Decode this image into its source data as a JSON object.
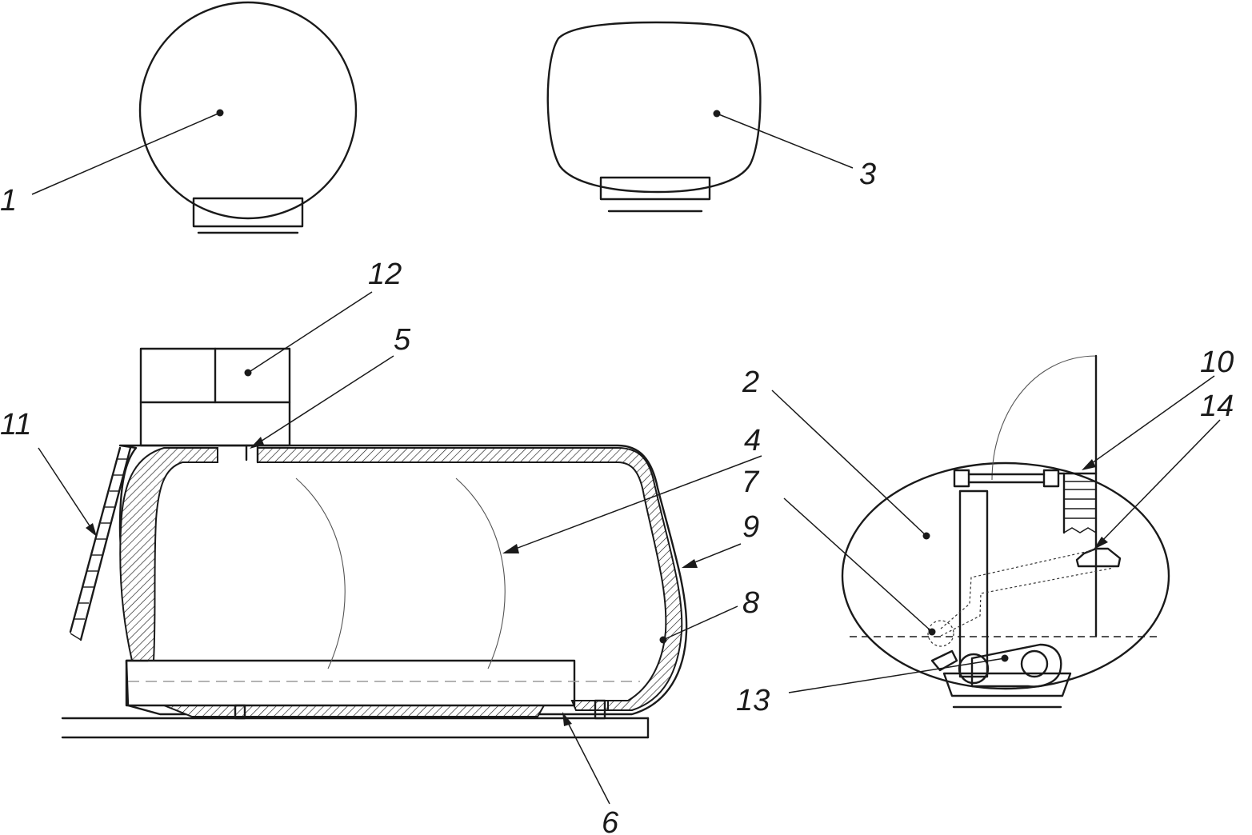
{
  "labels": {
    "l1": "1",
    "l2": "2",
    "l3": "3",
    "l4": "4",
    "l5": "5",
    "l6": "6",
    "l7": "7",
    "l8": "8",
    "l9": "9",
    "l10": "10",
    "l11": "11",
    "l12": "12",
    "l13": "13",
    "l14": "14"
  },
  "colors": {
    "line": "#1a1a1a",
    "hatch": "#1a1a1a",
    "background": "#ffffff"
  }
}
